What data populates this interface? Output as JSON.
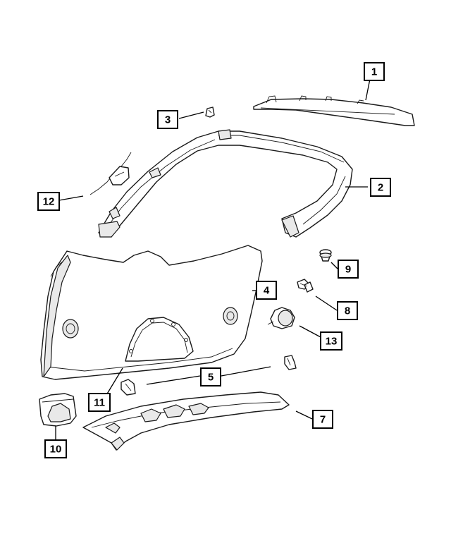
{
  "callouts": [
    {
      "id": "1",
      "label": "1"
    },
    {
      "id": "2",
      "label": "2"
    },
    {
      "id": "3",
      "label": "3"
    },
    {
      "id": "4",
      "label": "4"
    },
    {
      "id": "5",
      "label": "5"
    },
    {
      "id": "7",
      "label": "7"
    },
    {
      "id": "8",
      "label": "8"
    },
    {
      "id": "9",
      "label": "9"
    },
    {
      "id": "10",
      "label": "10"
    },
    {
      "id": "11",
      "label": "11"
    },
    {
      "id": "12",
      "label": "12"
    },
    {
      "id": "13",
      "label": "13"
    }
  ]
}
